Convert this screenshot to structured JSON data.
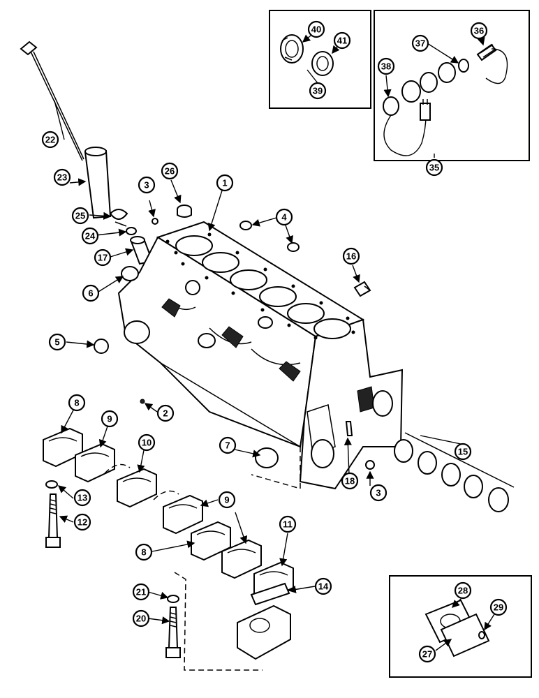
{
  "callouts": {
    "c1": "1",
    "c2": "2",
    "c3a": "3",
    "c3b": "3",
    "c4": "4",
    "c5": "5",
    "c6": "6",
    "c7": "7",
    "c8a": "8",
    "c8b": "8",
    "c9a": "9",
    "c9b": "9",
    "c10": "10",
    "c11": "11",
    "c12": "12",
    "c13": "13",
    "c14": "14",
    "c15": "15",
    "c16": "16",
    "c17": "17",
    "c18": "18",
    "c20": "20",
    "c21": "21",
    "c22": "22",
    "c23": "23",
    "c24": "24",
    "c25": "25",
    "c26": "26",
    "c27": "27",
    "c28": "28",
    "c29": "29",
    "c35": "35",
    "c36": "36",
    "c37": "37",
    "c38": "38",
    "c39": "39",
    "c40": "40",
    "c41": "41"
  }
}
